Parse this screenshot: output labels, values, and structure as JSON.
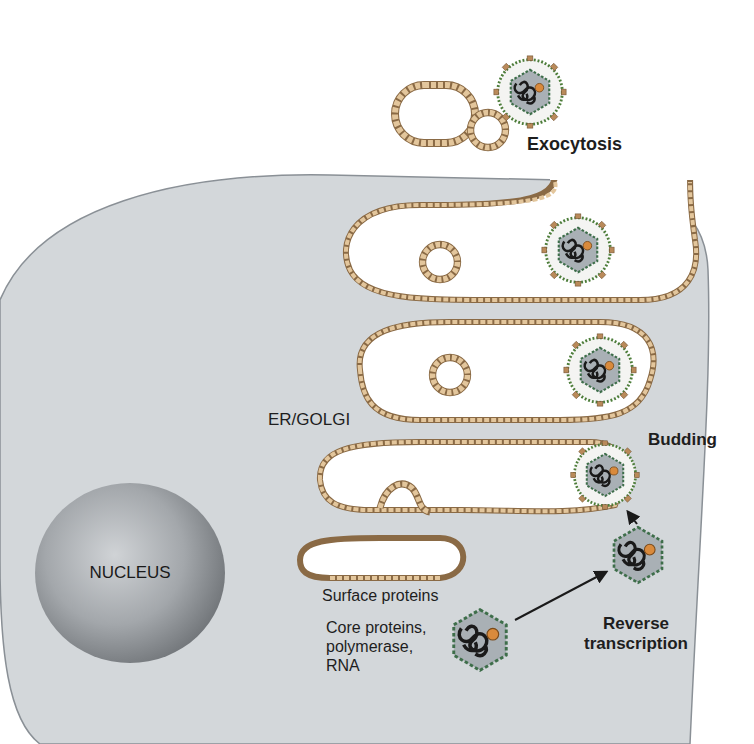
{
  "diagram": {
    "nodes": [
      {
        "text": [
          "NUCLEUS"
        ]
      }
    ],
    "labels": [
      "Exocytosis",
      "ER/GOLGI",
      "Budding",
      "Surface proteins",
      "Reverse transcription",
      "Core proteins, polymerase, RNA"
    ]
  }
}
